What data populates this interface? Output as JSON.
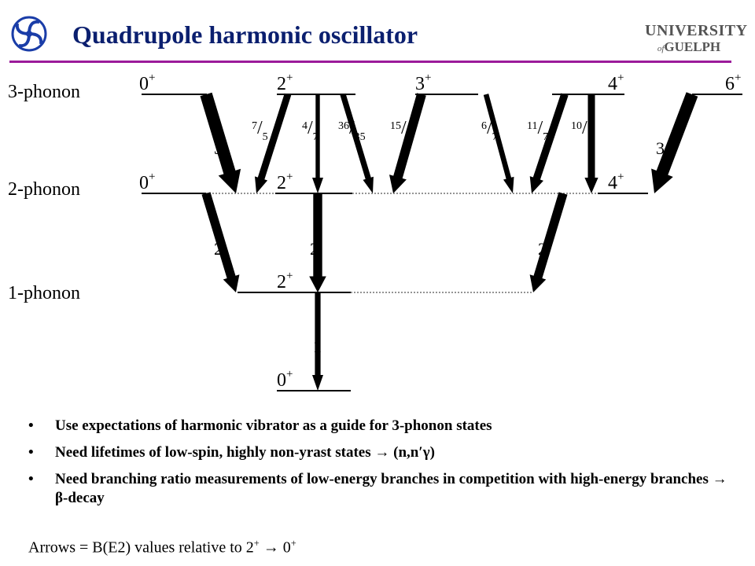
{
  "header": {
    "title": "Quadrupole harmonic oscillator",
    "logo_icon": "spiral-icon",
    "university_line1": "UNIVERSITY",
    "university_of": "of",
    "university_line2": "GUELPH"
  },
  "colors": {
    "title": "#0b1f6f",
    "rule": "#9b1b9a",
    "logo": "#1a3da8"
  },
  "diagram": {
    "rows": [
      {
        "label": "3-phonon"
      },
      {
        "label": "2-phonon"
      },
      {
        "label": "1-phonon"
      }
    ],
    "states": [
      {
        "name": "0",
        "parity": "+"
      },
      {
        "name": "2",
        "parity": "+"
      },
      {
        "name": "3",
        "parity": "+"
      },
      {
        "name": "4",
        "parity": "+"
      },
      {
        "name": "6",
        "parity": "+"
      },
      {
        "name": "0",
        "parity": "+"
      },
      {
        "name": "2",
        "parity": "+"
      },
      {
        "name": "4",
        "parity": "+"
      },
      {
        "name": "2",
        "parity": "+"
      },
      {
        "name": "0",
        "parity": "+"
      }
    ],
    "transitions": [
      {
        "num": "3",
        "den": "",
        "value": 3
      },
      {
        "num": "7",
        "den": "5",
        "value": 1.4
      },
      {
        "num": "4",
        "den": "7",
        "value": 0.571
      },
      {
        "num": "36",
        "den": "35",
        "value": 1.029
      },
      {
        "num": "15",
        "den": "7",
        "value": 2.143
      },
      {
        "num": "6",
        "den": "7",
        "value": 0.857
      },
      {
        "num": "11",
        "den": "7",
        "value": 1.571
      },
      {
        "num": "10",
        "den": "7",
        "value": 1.429
      },
      {
        "num": "3",
        "den": "",
        "value": 3
      },
      {
        "num": "2",
        "den": "",
        "value": 2
      },
      {
        "num": "2",
        "den": "",
        "value": 2
      },
      {
        "num": "2",
        "den": "",
        "value": 2
      },
      {
        "num": "1",
        "den": "",
        "value": 1
      }
    ]
  },
  "bullets": {
    "b1": "Use expectations of harmonic vibrator as a guide for 3-phonon states",
    "b2_text": "Need lifetimes of low-spin, highly non-yrast states",
    "b2_arrow": "→",
    "b2_tail": "(n,n′γ)",
    "b3_text": "Need branching ratio measurements of low-energy branches in competition with high-energy branches",
    "b3_arrow": "→",
    "b3_tail": "β-decay"
  },
  "footnote": {
    "prefix": "Arrows = B(E2) values relative to 2",
    "sup1": "+",
    "arrow": "→",
    "zero": "0",
    "sup2": "+"
  }
}
